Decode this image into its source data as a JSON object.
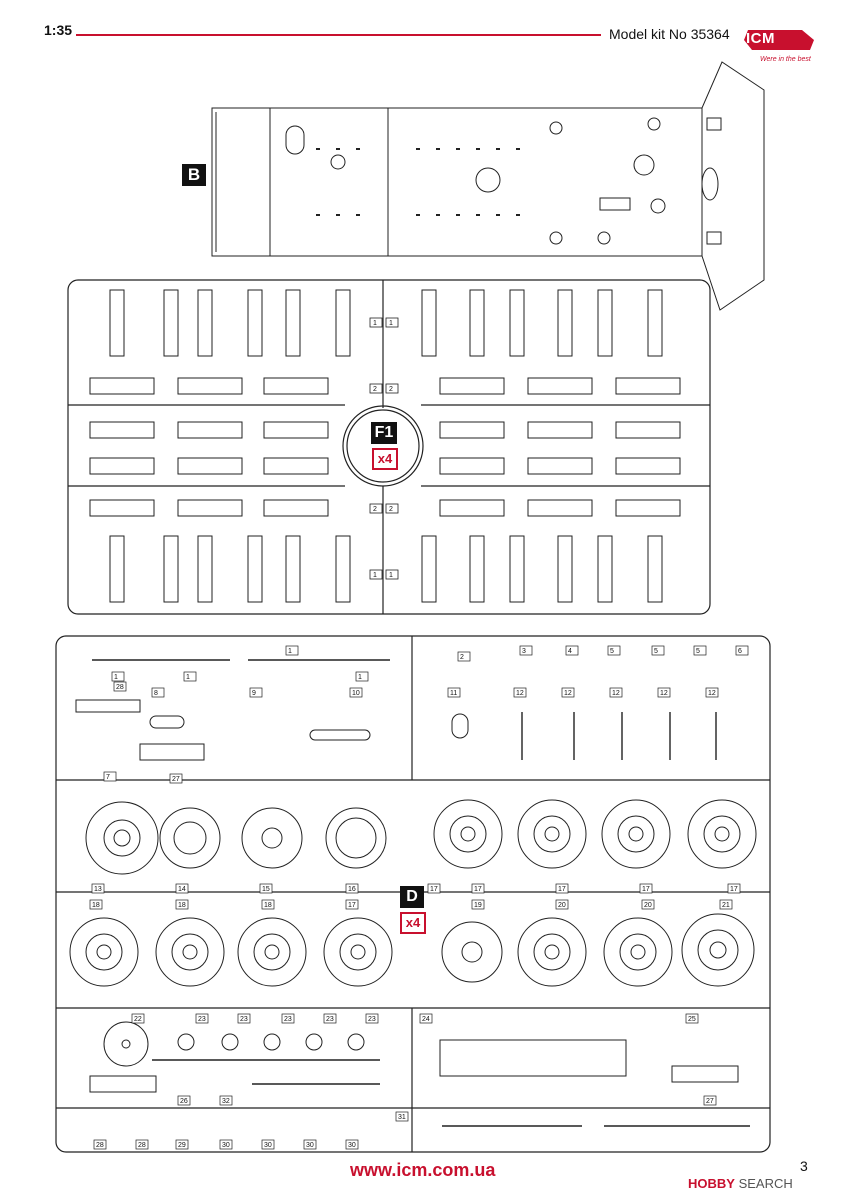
{
  "header": {
    "scale": "1:35",
    "kit": "Model kit No 35364",
    "logo_text": "ICM",
    "logo_slogan": "Were in the best"
  },
  "sprue_b": {
    "letter": "B"
  },
  "sprue_f1": {
    "letter": "F1",
    "count": "x4",
    "labels": [
      "1",
      "1",
      "2",
      "2",
      "2",
      "2",
      "1",
      "1"
    ]
  },
  "sprue_d": {
    "letter": "D",
    "count": "x4",
    "part_numbers": [
      "1",
      "1",
      "1",
      "1",
      "2",
      "3",
      "4",
      "5",
      "5",
      "5",
      "6",
      "7",
      "8",
      "9",
      "10",
      "11",
      "12",
      "12",
      "12",
      "12",
      "12",
      "13",
      "14",
      "15",
      "16",
      "17",
      "17",
      "17",
      "17",
      "17",
      "18",
      "18",
      "18",
      "17",
      "19",
      "20",
      "20",
      "21",
      "22",
      "23",
      "23",
      "23",
      "23",
      "23",
      "24",
      "25",
      "26",
      "27",
      "27",
      "28",
      "28",
      "28",
      "29",
      "30",
      "30",
      "30",
      "30",
      "31",
      "32"
    ]
  },
  "footer": {
    "url": "www.icm.com.ua",
    "page": "3",
    "watermark_brand": "HOBBY",
    "watermark_suffix": "SEARCH"
  }
}
